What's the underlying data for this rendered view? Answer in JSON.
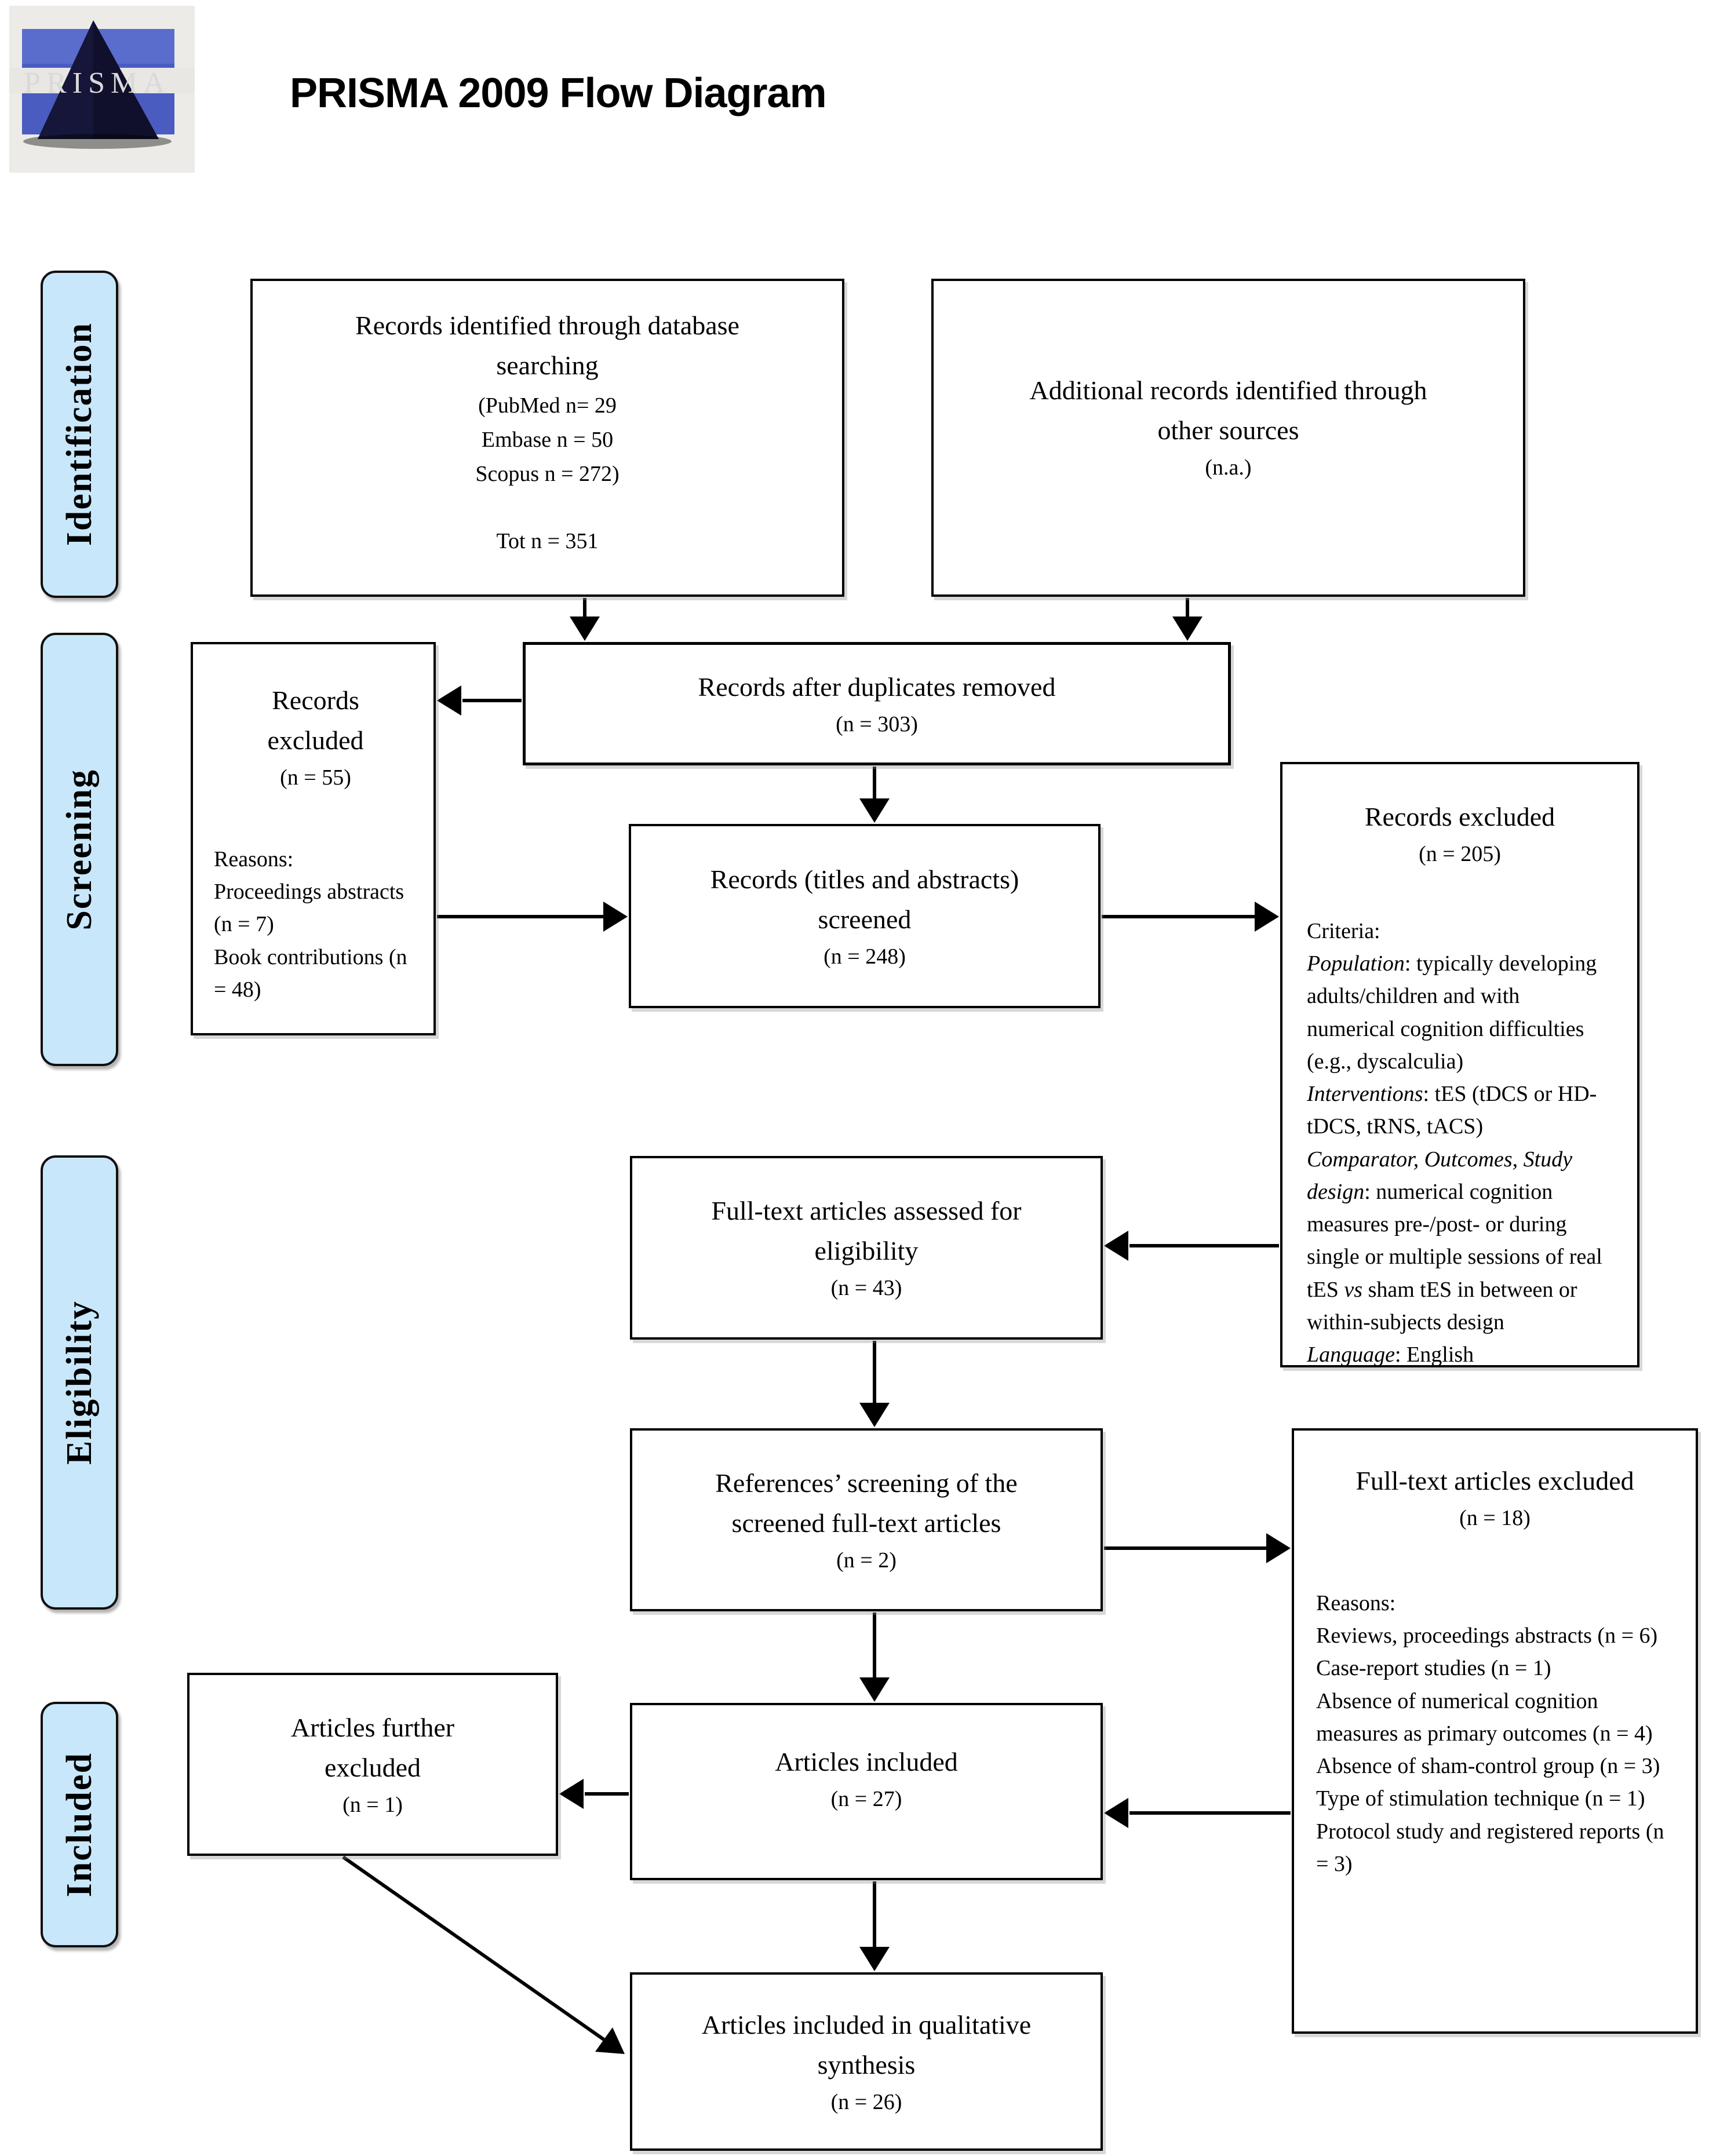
{
  "header": {
    "title": "PRISMA 2009 Flow Diagram"
  },
  "logo": {
    "text": "PRISMA"
  },
  "colors": {
    "sidebar_fill": "#c9e7fb",
    "box_fill": "#ffffff",
    "line": "#000000",
    "logo_blue": "#4a5cc0",
    "logo_navy": "#16163a",
    "logo_background": "#ecebe7"
  },
  "sidebars": [
    {
      "id": "identification",
      "label": "Identification"
    },
    {
      "id": "screening",
      "label": "Screening"
    },
    {
      "id": "eligibility",
      "label": "Eligibility"
    },
    {
      "id": "included",
      "label": "Included"
    }
  ],
  "boxes": {
    "db_search": {
      "title_lines": [
        "Records identified through database",
        "searching"
      ],
      "detail_lines": [
        "(PubMed n= 29",
        "Embase n = 50",
        "Scopus n = 272)"
      ],
      "total_line": "Tot n = 351"
    },
    "other_sources": {
      "title_lines": [
        "Additional records identified through",
        "other sources"
      ],
      "n_line": "(n.a.)"
    },
    "duplicates_removed": {
      "title_lines": [
        "Records after duplicates removed"
      ],
      "n_line": "(n = 303)"
    },
    "records_excluded_screening": {
      "title_lines": [
        "Records",
        "excluded"
      ],
      "n_line": "(n = 55)",
      "reason_lines": [
        "Reasons:",
        "Proceedings abstracts (n = 7)",
        "Book contributions (n = 48)"
      ]
    },
    "titles_abstracts_screened": {
      "title_lines": [
        "Records (titles and abstracts)",
        "screened"
      ],
      "n_line": "(n = 248)"
    },
    "records_excluded_criteria": {
      "title_lines": [
        "Records excluded"
      ],
      "n_line": "(n = 205)",
      "criteria_rich": [
        [
          [
            "Criteria:",
            false
          ]
        ],
        [
          [
            "Population",
            true
          ],
          [
            ": typically developing adults/children and with numerical cognition difficulties (e.g., dyscalculia)",
            false
          ]
        ],
        [
          [
            "Interventions",
            true
          ],
          [
            ": tES (tDCS or HD-tDCS, tRNS, tACS)",
            false
          ]
        ],
        [
          [
            "Comparator, Outcomes, Study design",
            true
          ],
          [
            ": numerical cognition measures pre-/post- or during single or multiple sessions of real tES ",
            false
          ],
          [
            "vs",
            true
          ],
          [
            " sham tES in between or within-subjects design",
            false
          ]
        ],
        [
          [
            "Language",
            true
          ],
          [
            ": English",
            false
          ]
        ]
      ]
    },
    "fulltext_assessed": {
      "title_lines": [
        "Full-text articles assessed for",
        "eligibility"
      ],
      "n_line": "(n = 43)"
    },
    "references_screening": {
      "title_lines": [
        "References’ screening of the",
        "screened full-text articles"
      ],
      "n_line": "(n = 2)"
    },
    "fulltext_excluded": {
      "title_lines": [
        "Full-text articles excluded"
      ],
      "n_line": "(n = 18)",
      "reason_lines": [
        "Reasons:",
        "Reviews, proceedings abstracts (n = 6)",
        "Case-report studies (n = 1)",
        "Absence of numerical cognition measures as primary outcomes (n = 4)",
        "Absence of sham-control group (n = 3)",
        "Type of stimulation technique (n = 1)",
        "Protocol study and registered reports (n = 3)"
      ]
    },
    "articles_further_excluded": {
      "title_lines": [
        "Articles further",
        "excluded"
      ],
      "n_line": "(n = 1)"
    },
    "articles_included": {
      "title_lines": [
        "Articles included"
      ],
      "n_line": "(n = 27)"
    },
    "qualitative_synthesis": {
      "title_lines": [
        "Articles included in qualitative",
        "synthesis"
      ],
      "n_line": "(n = 26)"
    }
  }
}
